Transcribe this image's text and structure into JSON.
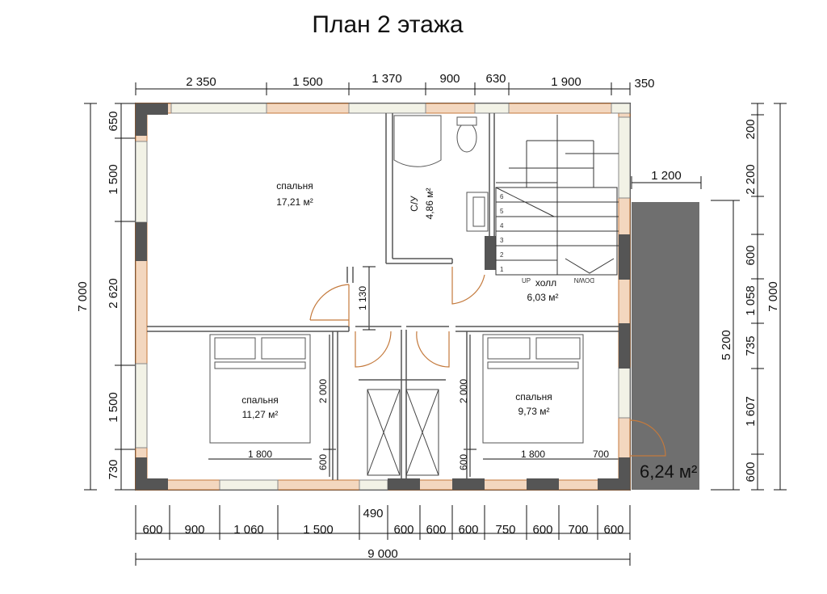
{
  "title": "План 2 этажа",
  "dims_top": [
    "2 350",
    "1 500",
    "1 370",
    "900",
    "630",
    "1 900",
    "350"
  ],
  "dims_bottom": [
    "600",
    "900",
    "1 060",
    "1 500",
    "490",
    "600",
    "600",
    "600",
    "750",
    "600",
    "700",
    "600"
  ],
  "dim_total_width": "9 000",
  "dims_left": [
    "650",
    "1 500",
    "2 620",
    "1 500",
    "730"
  ],
  "dim_left_total": "7 000",
  "dims_right": [
    "200",
    "2 200",
    "600",
    "1 058",
    "735",
    "1 607",
    "600"
  ],
  "dim_right_total": "7 000",
  "dim_terrace_height": "5 200",
  "dim_terrace_width": "1 200",
  "dim_corridor": "1 130",
  "dim_bed_length": "2 000",
  "dim_bed_width": "1 800",
  "dim_bed_offset": "600",
  "dim_door_700": "700",
  "rooms": {
    "bedroom1": {
      "name": "спальня",
      "area": "17,21 м²"
    },
    "bathroom": {
      "name": "С/У",
      "area": "4,86 м²"
    },
    "hall": {
      "name": "холл",
      "area": "6,03 м²"
    },
    "bedroom2": {
      "name": "спальня",
      "area": "11,27 м²"
    },
    "bedroom3": {
      "name": "спальня",
      "area": "9,73 м²"
    }
  },
  "stairs": {
    "up": "UP",
    "down": "DOWN",
    "steps": [
      "1",
      "2",
      "3",
      "4",
      "5",
      "6"
    ]
  },
  "terrace_area": "6,24 м²"
}
